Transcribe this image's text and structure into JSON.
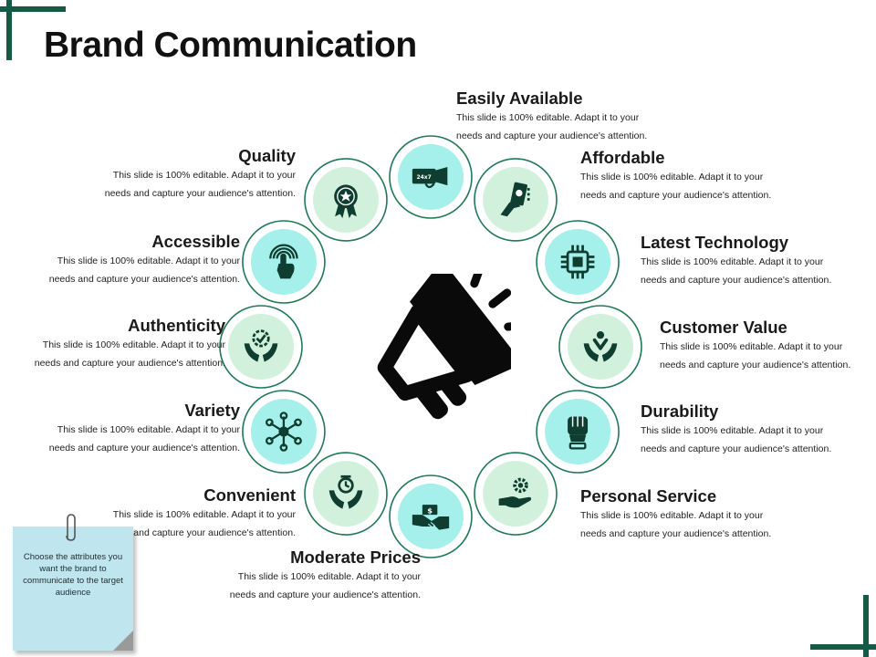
{
  "slide": {
    "title": "Brand Communication",
    "accent_color": "#155a45",
    "center_icon": "megaphone-icon"
  },
  "items": [
    {
      "key": "easily-available",
      "label": "Easily Available",
      "icon": "24x7-icon",
      "icon_text": "24x7",
      "desc_line1": "This slide is 100% editable. Adapt it to your",
      "desc_line2": "needs and capture your audience's attention."
    },
    {
      "key": "affordable",
      "label": "Affordable",
      "icon": "money-hand-icon",
      "desc_line1": "This slide is 100% editable. Adapt it to your",
      "desc_line2": "needs and capture your audience's attention."
    },
    {
      "key": "latest-technology",
      "label": "Latest Technology",
      "icon": "chip-icon",
      "desc_line1": "This slide is 100% editable. Adapt it to your",
      "desc_line2": "needs and capture your audience's attention."
    },
    {
      "key": "customer-value",
      "label": "Customer Value",
      "icon": "hands-person-icon",
      "desc_line1": "This slide is 100% editable. Adapt it to your",
      "desc_line2": "needs and capture your audience's attention."
    },
    {
      "key": "durability",
      "label": "Durability",
      "icon": "fist-icon",
      "desc_line1": "This slide is 100% editable. Adapt it to your",
      "desc_line2": "needs and capture your audience's attention."
    },
    {
      "key": "personal-service",
      "label": "Personal Service",
      "icon": "hand-gear-icon",
      "desc_line1": "This slide is 100% editable. Adapt it to your",
      "desc_line2": "needs and capture your audience's attention."
    },
    {
      "key": "moderate-prices",
      "label": "Moderate Prices",
      "icon": "handshake-money-icon",
      "desc_line1": "This slide is 100% editable. Adapt it to your",
      "desc_line2": "needs and capture your audience's attention."
    },
    {
      "key": "convenient",
      "label": "Convenient",
      "icon": "hands-clock-icon",
      "desc_line1": "This slide is 100% editable. Adapt it to your",
      "desc_line2": "needs and capture your audience's attention."
    },
    {
      "key": "variety",
      "label": "Variety",
      "icon": "network-icon",
      "desc_line1": "This slide is 100% editable. Adapt it to your",
      "desc_line2": "needs and capture your audience's attention."
    },
    {
      "key": "authenticity",
      "label": "Authenticity",
      "icon": "hands-badge-icon",
      "desc_line1": "This slide is 100% editable. Adapt it to your",
      "desc_line2": "needs and capture your audience's attention."
    },
    {
      "key": "accessible",
      "label": "Accessible",
      "icon": "touch-icon",
      "desc_line1": "This slide is 100% editable. Adapt it to your",
      "desc_line2": "needs and capture your audience's attention."
    },
    {
      "key": "quality",
      "label": "Quality",
      "icon": "award-icon",
      "desc_line1": "This slide is 100% editable. Adapt it to your",
      "desc_line2": "needs and capture your audience's attention."
    }
  ],
  "note": {
    "text": "Choose the attributes you want the brand to communicate to the target audience",
    "icon": "paperclip-icon",
    "color": "#bfe6ee"
  },
  "colors": {
    "circle_dark_fill": "#a6f0ec",
    "circle_light_fill": "#d2f1dc",
    "ring_stroke": "#1f7a57",
    "icon": "#0f3d30"
  }
}
